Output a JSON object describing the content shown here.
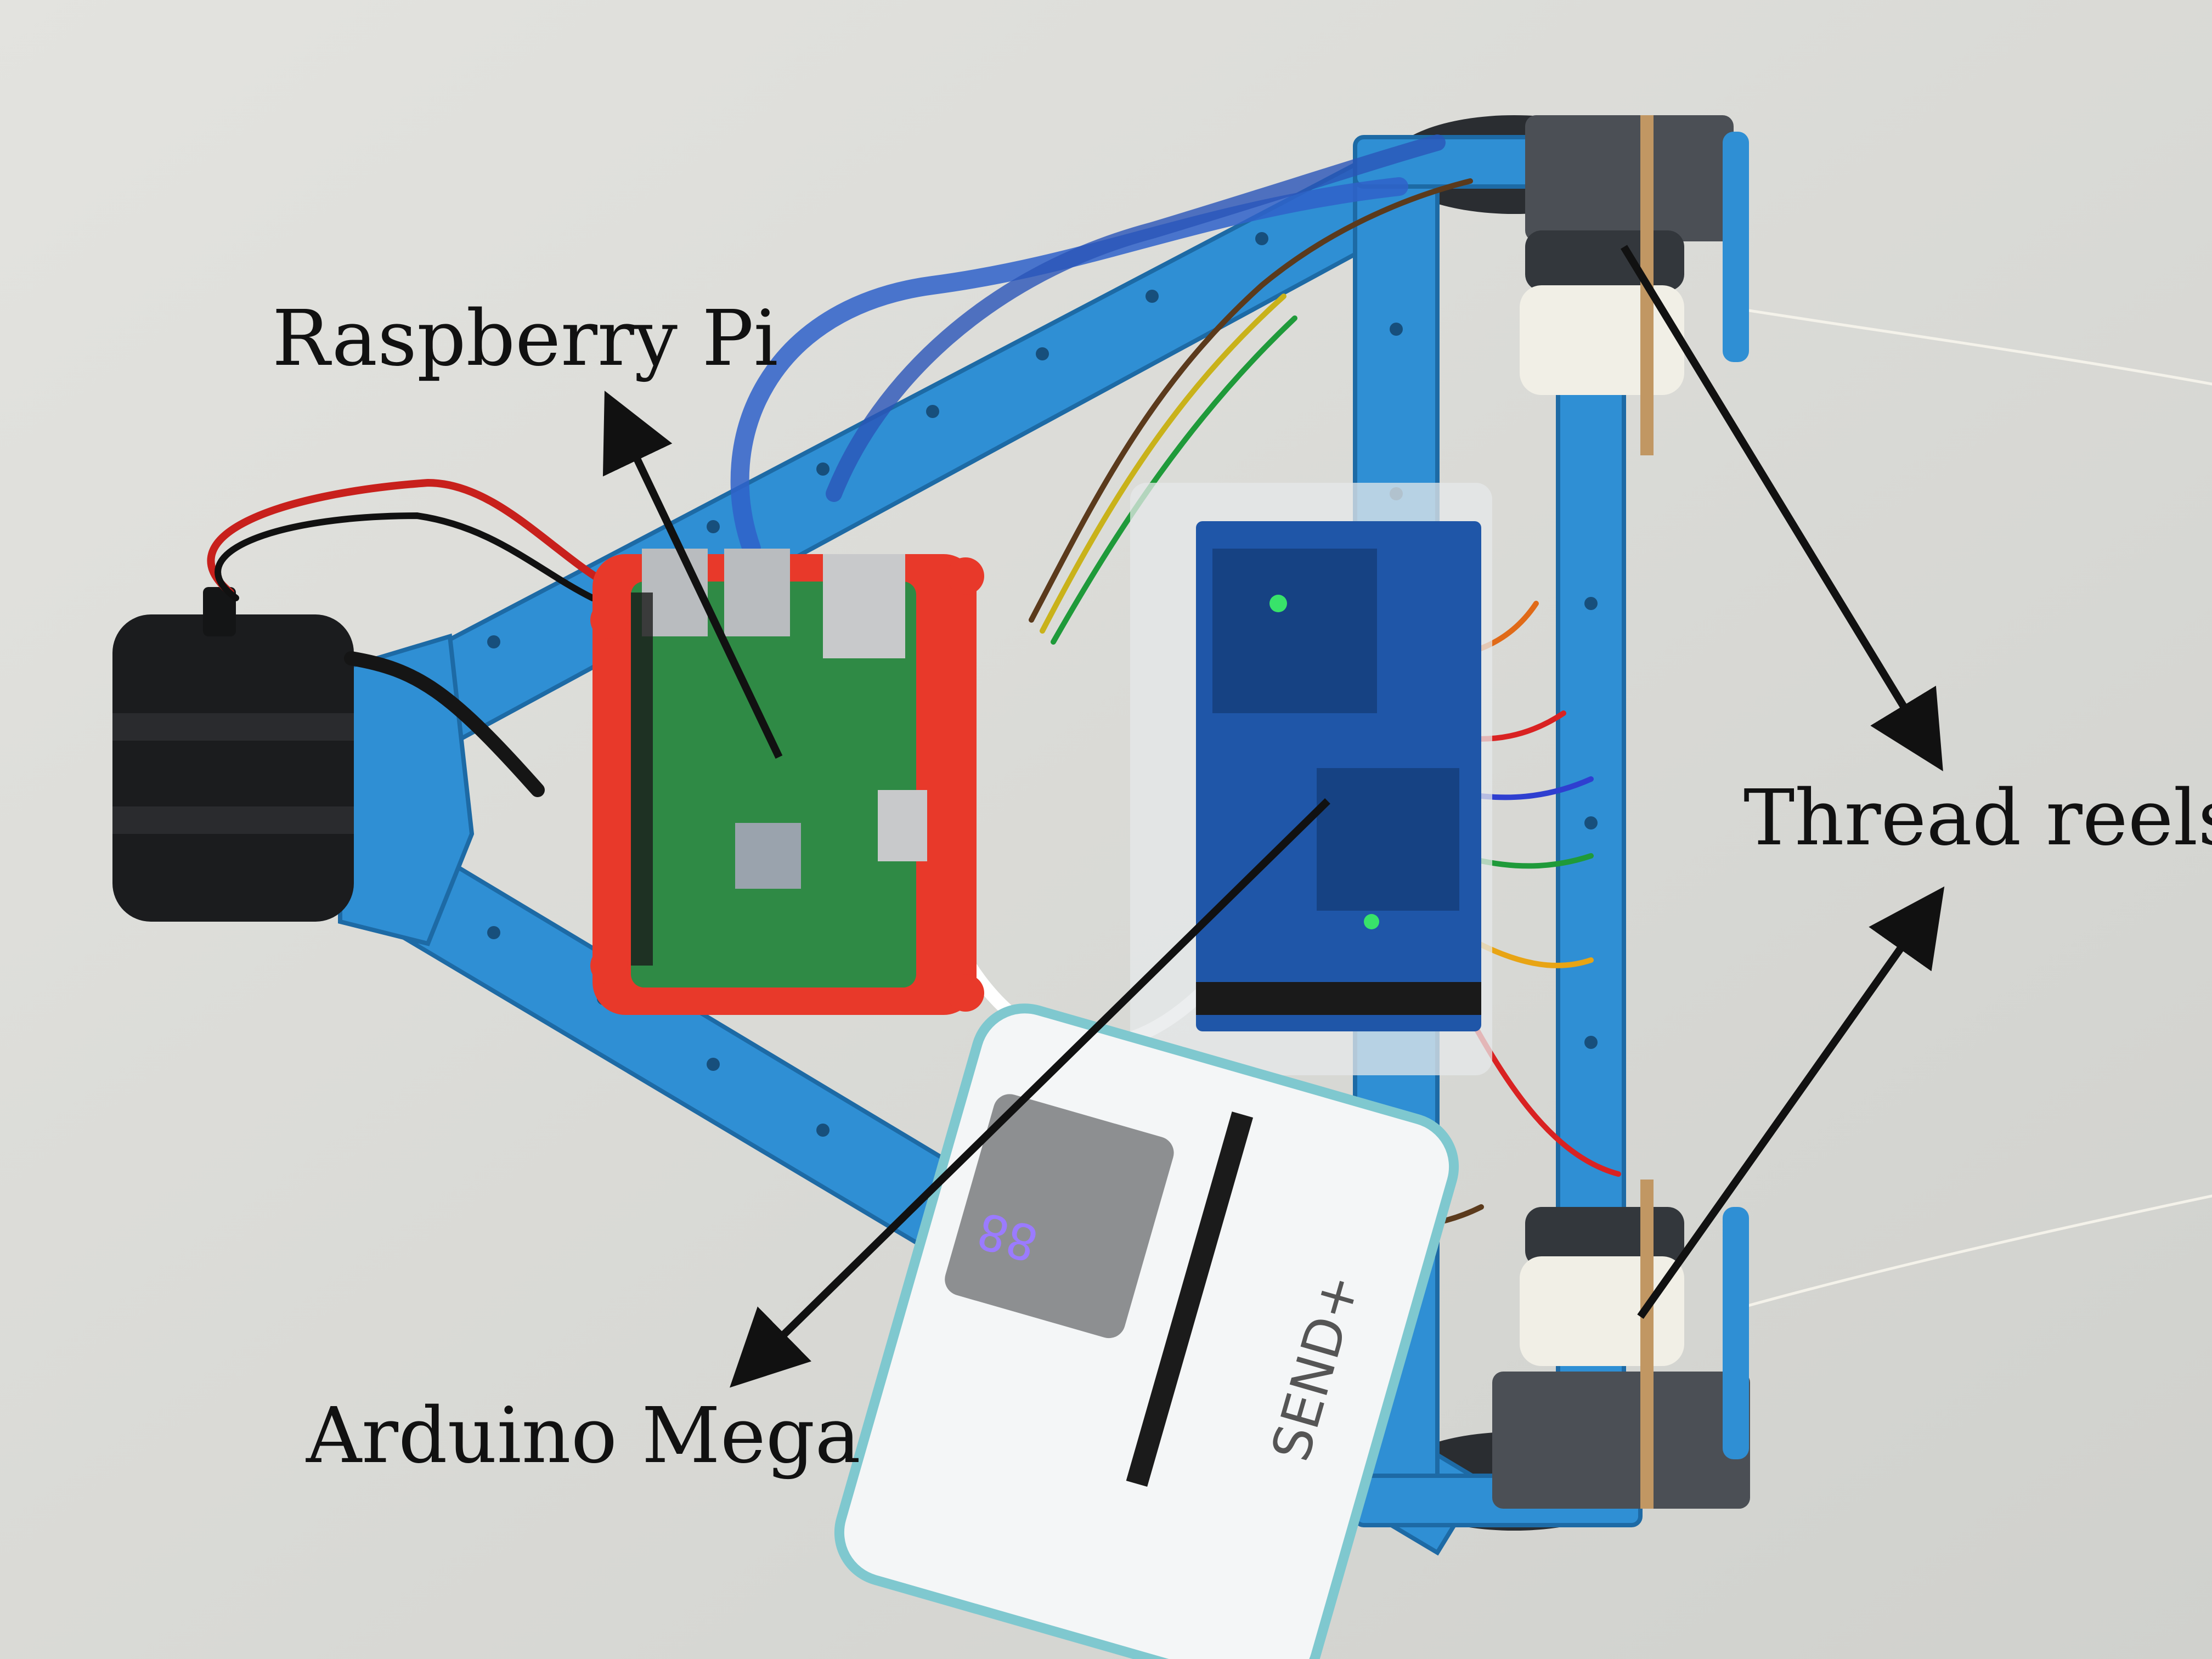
{
  "labels": {
    "raspberry_pi": "Raspberry Pi",
    "arduino_mega": "Arduino Mega",
    "thread_reels": "Thread reels"
  },
  "power_bank": {
    "brand": "SEND+",
    "display": "88"
  },
  "colors": {
    "background": "#dcdcd8",
    "frame_blue": "#2f8fd4",
    "board_green": "#2f8a45",
    "case_red": "#e8392a",
    "shield_blue": "#1f56a8",
    "reel_gray": "#4b4f55",
    "label_text": "#111111"
  }
}
